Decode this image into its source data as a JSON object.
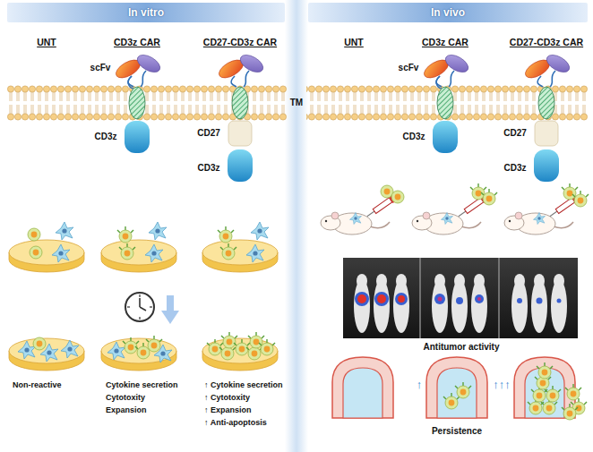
{
  "diagram": {
    "nodes": [
      {
        "text": [
          "In vitro"
        ]
      },
      {
        "text": [
          "In vivo"
        ]
      }
    ],
    "labels": [
      "UNT",
      "CD3z CAR",
      "CD27-CD3z CAR",
      "scFv",
      "TM",
      "CD3z",
      "CD27",
      "CD3z",
      "Non-reactive",
      "Cytokine secretion",
      "Cytotoxity",
      "Expansion",
      "↑ Cytokine secretion",
      "↑ Cytotoxity",
      "↑ Expansion",
      "↑ Anti-apoptosis",
      "UNT",
      "CD3z CAR",
      "CD27-CD3z CAR",
      "scFv",
      "CD3z",
      "CD27",
      "CD3z",
      "Antitumor activity",
      "↑",
      "Persistence",
      "↑↑↑"
    ]
  }
}
